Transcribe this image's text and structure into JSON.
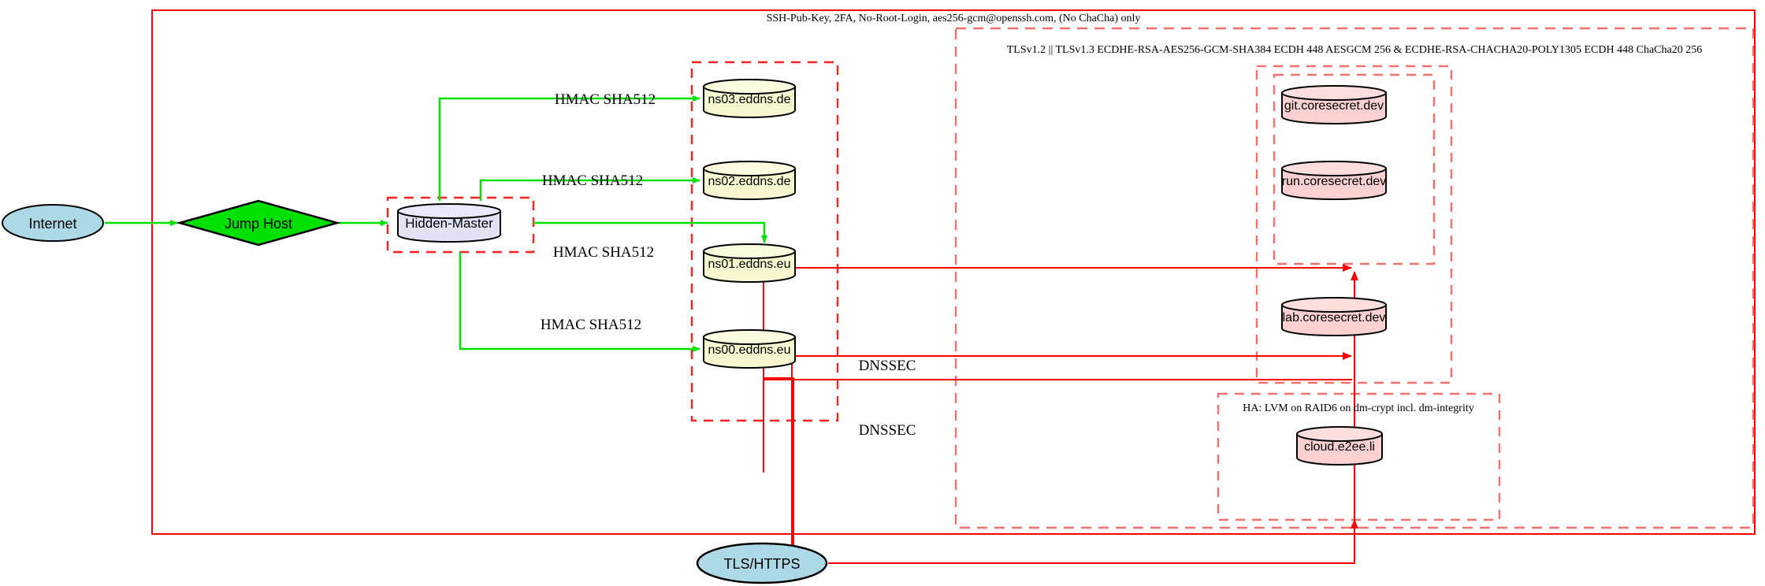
{
  "diagram": {
    "type": "network-infrastructure-diagram",
    "background": "#ffffff",
    "clusters": [
      {
        "id": "ssh-outer",
        "label": "SSH-Pub-Key, 2FA, No-Root-Login, aes256-gcm@openssh.com, (No ChaCha) only",
        "style": "solid",
        "color": "#ff0000"
      },
      {
        "id": "tls-cluster",
        "label": "TLSv1.2 || TLSv1.3 ECDHE-RSA-AES256-GCM-SHA384 ECDH 448 AESGCM 256 & ECDHE-RSA-CHACHA20-POLY1305 ECDH 448 ChaCha20 256",
        "style": "dashed",
        "color": "#ff0000"
      },
      {
        "id": "ha-cluster",
        "label": "HA: LVM on RAID6 on dm-crypt incl. dm-integrity",
        "style": "dashed",
        "color": "#ff0000"
      },
      {
        "id": "hidden-master-cluster",
        "label": "",
        "style": "dashed",
        "color": "#ff0000"
      },
      {
        "id": "dns-cluster",
        "label": "",
        "style": "dashed",
        "color": "#ff0000"
      },
      {
        "id": "coresecret-cluster",
        "label": "",
        "style": "dashed",
        "color": "#ff0000"
      },
      {
        "id": "coresecret-inner-cluster",
        "label": "",
        "style": "dashed",
        "color": "#ff0000"
      }
    ],
    "nodes": [
      {
        "id": "internet",
        "label": "Internet",
        "shape": "ellipse",
        "fill": "#add8e6",
        "stroke": "#000000"
      },
      {
        "id": "jump-host",
        "label": "Jump Host",
        "shape": "diamond",
        "fill": "#00e000",
        "stroke": "#000000"
      },
      {
        "id": "hidden-master",
        "label": "Hidden-Master",
        "shape": "cylinder",
        "fill": "#e2e2f5",
        "stroke": "#000000"
      },
      {
        "id": "ns03",
        "label": "ns03.eddns.de",
        "shape": "cylinder",
        "fill": "#f8f8d0",
        "stroke": "#000000"
      },
      {
        "id": "ns02",
        "label": "ns02.eddns.de",
        "shape": "cylinder",
        "fill": "#f8f8d0",
        "stroke": "#000000"
      },
      {
        "id": "ns01",
        "label": "ns01.eddns.eu",
        "shape": "cylinder",
        "fill": "#f8f8d0",
        "stroke": "#000000"
      },
      {
        "id": "ns00",
        "label": "ns00.eddns.eu",
        "shape": "cylinder",
        "fill": "#f8f8d0",
        "stroke": "#000000"
      },
      {
        "id": "git-coresecret",
        "label": "git.coresecret.dev",
        "shape": "cylinder",
        "fill": "#fad0d0",
        "stroke": "#000000"
      },
      {
        "id": "run-coresecret",
        "label": "run.coresecret.dev",
        "shape": "cylinder",
        "fill": "#fad0d0",
        "stroke": "#000000"
      },
      {
        "id": "lab-coresecret",
        "label": "lab.coresecret.dev",
        "shape": "cylinder",
        "fill": "#fad0d0",
        "stroke": "#000000"
      },
      {
        "id": "cloud-e2ee",
        "label": "cloud.e2ee.li",
        "shape": "cylinder",
        "fill": "#fad0d0",
        "stroke": "#000000"
      },
      {
        "id": "tls-https",
        "label": "TLS/HTTPS",
        "shape": "ellipse",
        "fill": "#add8e6",
        "stroke": "#000000"
      }
    ],
    "edges": [
      {
        "id": "e-internet-jump",
        "from": "internet",
        "to": "jump-host",
        "label": "",
        "color": "#00e000"
      },
      {
        "id": "e-jump-master",
        "from": "jump-host",
        "to": "hidden-master",
        "label": "",
        "color": "#00e000"
      },
      {
        "id": "e-master-ns03",
        "from": "hidden-master",
        "to": "ns03",
        "label": "HMAC SHA512",
        "color": "#00e000"
      },
      {
        "id": "e-master-ns02",
        "from": "hidden-master",
        "to": "ns02",
        "label": "HMAC SHA512",
        "color": "#00e000"
      },
      {
        "id": "e-master-ns01",
        "from": "hidden-master",
        "to": "ns01",
        "label": "HMAC SHA512",
        "color": "#00e000"
      },
      {
        "id": "e-master-ns00",
        "from": "hidden-master",
        "to": "ns00",
        "label": "HMAC SHA512",
        "color": "#00e000"
      },
      {
        "id": "e-dnssec-upper",
        "from": "tls-https",
        "to": "coresecret-cluster",
        "label": "DNSSEC",
        "color": "#ff0000"
      },
      {
        "id": "e-dnssec-lower",
        "from": "tls-https",
        "to": "ha-cluster",
        "label": "DNSSEC",
        "color": "#ff0000"
      }
    ],
    "edge_labels": {
      "hmac": "HMAC SHA512",
      "dnssec": "DNSSEC"
    }
  }
}
